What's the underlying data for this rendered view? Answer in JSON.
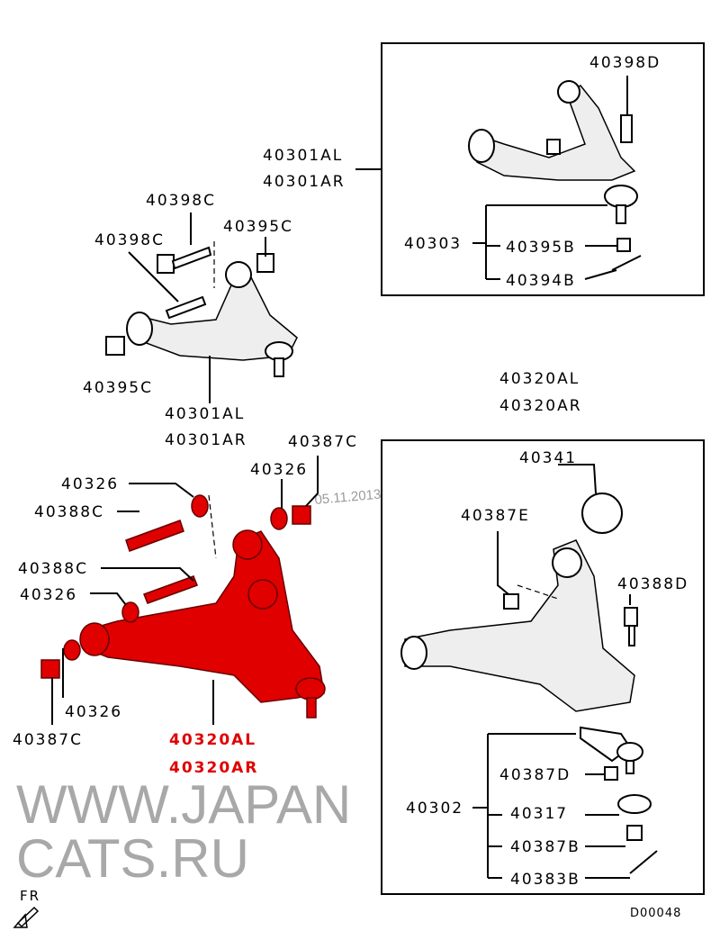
{
  "diagram_code": "D00048",
  "direction_label": "FR",
  "watermark": {
    "text": "WWW.JAPANCATS.RU",
    "date": "05.11.2013"
  },
  "colors": {
    "highlight": "#e00000",
    "line": "#000000",
    "watermark": "#9a9a9a"
  },
  "upper_arm_box": {
    "labels": {
      "bolt": "40398D",
      "arm_l": "40301AL",
      "arm_r": "40301AR",
      "ball_joint": "40303",
      "nut": "40395B",
      "pin": "40394B"
    }
  },
  "upper_arm_exploded": {
    "labels": {
      "bolt_top": "40398C",
      "bolt_left": "40398C",
      "nut_top": "40395C",
      "nut_left": "40395C",
      "arm_l": "40301AL",
      "arm_r": "40301AR"
    }
  },
  "lower_arm_exploded": {
    "labels": {
      "nut_top_right": "40387C",
      "washer_top_right": "40326",
      "washer_top_left": "40326",
      "bolt_top": "40388C",
      "bolt_mid": "40388C",
      "washer_mid": "40326",
      "washer_bottom": "40326",
      "nut_bottom": "40387C",
      "arm_l": "40320AL",
      "arm_r": "40320AR"
    }
  },
  "lower_arm_box": {
    "labels": {
      "arm_l": "40320AL",
      "arm_r": "40320AR",
      "boot": "40341",
      "nut_e": "40387E",
      "bolt_d": "40388D",
      "nut_d": "40387D",
      "ball_joint": "40302",
      "seal": "40317",
      "nut_b": "40387B",
      "pin": "40383B"
    }
  }
}
